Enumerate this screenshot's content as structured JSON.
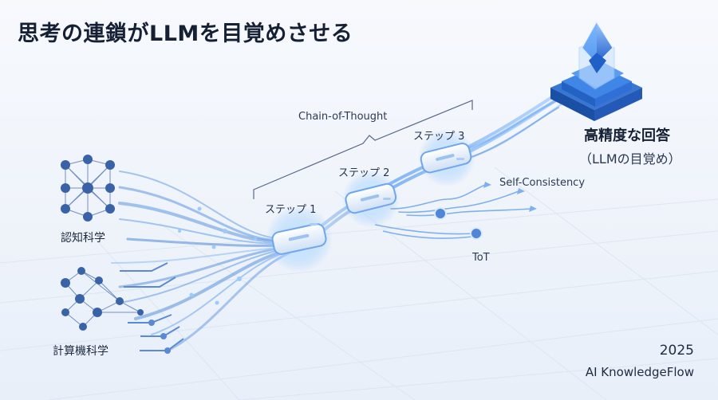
{
  "title": "思考の連鎖がLLMを目覚めさせる",
  "chain_label": "Chain-of-Thought",
  "steps": [
    "ステップ 1",
    "ステップ 2",
    "ステップ 3"
  ],
  "techniques": {
    "self_consistency": "Self-Consistency",
    "tot": "ToT"
  },
  "sources": {
    "cognitive": "認知科学",
    "computer": "計算機科学"
  },
  "answer": {
    "main": "高精度な回答",
    "sub": "（LLMの目覚め）"
  },
  "footer": {
    "year": "2025",
    "brand": "AI KnowledgeFlow"
  },
  "colors": {
    "accent": "#2f78e0",
    "glow": "#8ec2ff",
    "node": "#3a62a6",
    "text": "#152035"
  },
  "icons": {
    "cognitive": "neural-network-icon",
    "computer": "circuit-network-icon",
    "answer": "crystal-pyramid-icon"
  }
}
